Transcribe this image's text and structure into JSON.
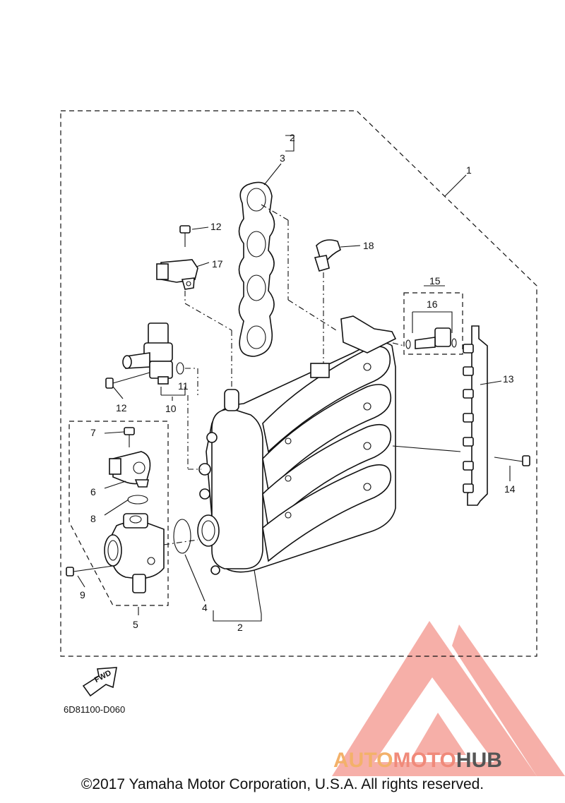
{
  "callouts": {
    "c1": "1",
    "c2a": "2",
    "c2b": "2",
    "c3": "3",
    "c4": "4",
    "c5": "5",
    "c6": "6",
    "c7": "7",
    "c8": "8",
    "c9": "9",
    "c10": "10",
    "c11": "11",
    "c12a": "12",
    "c12b": "12",
    "c13": "13",
    "c14": "14",
    "c15": "15",
    "c16": "16",
    "c17": "17",
    "c18": "18"
  },
  "fwd_label": "FWD",
  "diagram_code": "6D81100-D060",
  "watermark": {
    "part1": "AUTO",
    "part2": "MOTO",
    "part3": "HUB",
    "color_light": "#f3b16a",
    "color_accent": "#f08a7a",
    "color_dark": "#555555"
  },
  "copyright": "©2017 Yamaha Motor Corporation, U.S.A. All rights reserved."
}
